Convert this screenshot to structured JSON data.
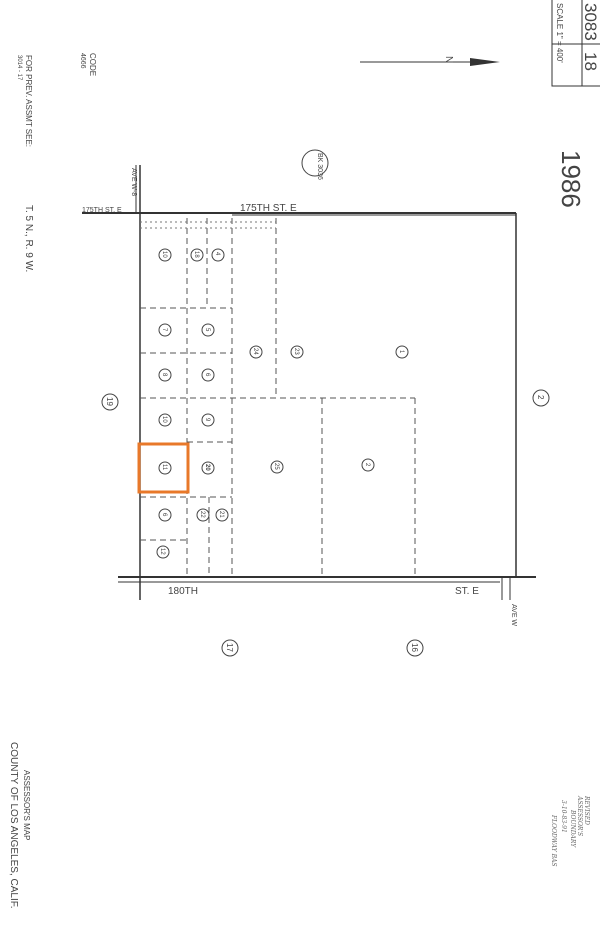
{
  "header": {
    "book": "3083",
    "page": "18",
    "scale": "SCALE 1\" = 400'",
    "year": "1986",
    "north_label": "N"
  },
  "left_notes": {
    "code_label": "CODE",
    "code_value": "4666",
    "prev_assmt": "FOR PREV. ASSMT SEE:",
    "prev_ref": "3014 - 17",
    "township": "T. 5 N., R. 9 W."
  },
  "footer": {
    "line1": "ASSESSOR'S MAP",
    "line2": "COUNTY OF LOS ANGELES, CALIF."
  },
  "streets": {
    "north_street": "175TH ST. E",
    "north_street_left": "175TH ST. E",
    "south_street": "180TH",
    "south_street_right": "ST. E",
    "west_ave": "AVE W-8",
    "east_ave": "AVE W"
  },
  "adjacent_pages": {
    "book_ref": "BK 3036",
    "west": "19",
    "east": "2",
    "south_left": "17",
    "south_right": "16"
  },
  "parcels": [
    "10",
    "18",
    "4",
    "23",
    "24",
    "7",
    "5",
    "8",
    "6",
    "10",
    "9",
    "11",
    "20",
    "25",
    "2",
    "1",
    "6",
    "22",
    "21",
    "12"
  ],
  "highlight": {
    "parcel": "11",
    "color": "#e8782a"
  },
  "handwritten_notes": [
    "REVISED",
    "ASSESSOR'S",
    "BOUNDARY",
    "3-10-83-91",
    "FLOODWAY BAS"
  ]
}
